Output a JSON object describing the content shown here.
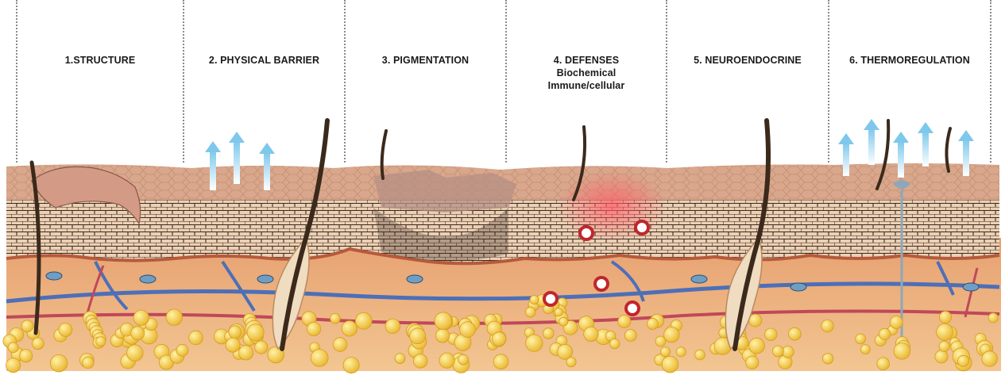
{
  "panels": [
    {
      "number": "1.",
      "title": "STRUCTURE"
    },
    {
      "number": "2.",
      "title": "PHYSICAL BARRIER"
    },
    {
      "number": "3.",
      "title": "PIGMENTATION"
    },
    {
      "number": "4.",
      "title": "DEFENSES",
      "sub1": "Biochemical",
      "sub2": "Immune/cellular"
    },
    {
      "number": "5.",
      "title": "NEUROENDOCRINE"
    },
    {
      "number": "6.",
      "title": "THERMOREGULATION"
    }
  ],
  "colors": {
    "epidermis_top": "#d9a68c",
    "stratum_cells": "#e8c7a8",
    "cell_outline": "#3a2a20",
    "dermis": "#e9a776",
    "fat": "#f3c84a",
    "vessel_red": "#c0485a",
    "vessel_blue": "#4d6fb8",
    "arrow_blue": "#8fd1ee",
    "hair": "#3b2a1c",
    "pathogen_red": "#c0262c"
  }
}
